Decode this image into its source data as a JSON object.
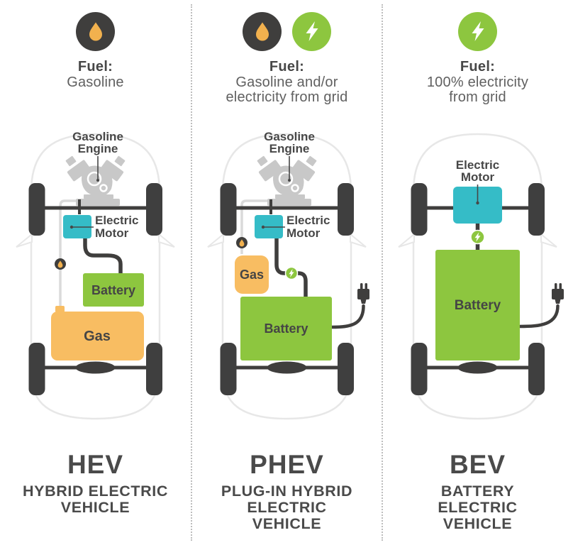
{
  "colors": {
    "green": "#8dc63f",
    "teal": "#35bcc7",
    "orange": "#f8bd62",
    "dark": "#3f3e3d",
    "drop": "#f2b14e",
    "text_dark": "#474747",
    "text_gray": "#606060"
  },
  "columns": [
    {
      "icons": [
        "fuel-drop-icon"
      ],
      "fuel_title": "Fuel:",
      "fuel_desc": [
        "Gasoline"
      ],
      "engine_label": [
        "Gasoline",
        "Engine"
      ],
      "motor_label": [
        "Electric",
        "Motor"
      ],
      "battery_label": "Battery",
      "gas_label": "Gas",
      "acronym": "HEV",
      "name": [
        "HYBRID ELECTRIC",
        "VEHICLE"
      ]
    },
    {
      "icons": [
        "fuel-drop-icon",
        "electricity-icon"
      ],
      "fuel_title": "Fuel:",
      "fuel_desc": [
        "Gasoline and/or",
        "electricity from grid"
      ],
      "engine_label": [
        "Gasoline",
        "Engine"
      ],
      "motor_label": [
        "Electric",
        "Motor"
      ],
      "battery_label": "Battery",
      "gas_label": "Gas",
      "acronym": "PHEV",
      "name": [
        "PLUG-IN HYBRID",
        "ELECTRIC",
        "VEHICLE"
      ]
    },
    {
      "icons": [
        "electricity-icon"
      ],
      "fuel_title": "Fuel:",
      "fuel_desc": [
        "100% electricity",
        "from grid"
      ],
      "motor_label": [
        "Electric",
        "Motor"
      ],
      "battery_label": "Battery",
      "acronym": "BEV",
      "name": [
        "BATTERY",
        "ELECTRIC",
        "VEHICLE"
      ]
    }
  ]
}
